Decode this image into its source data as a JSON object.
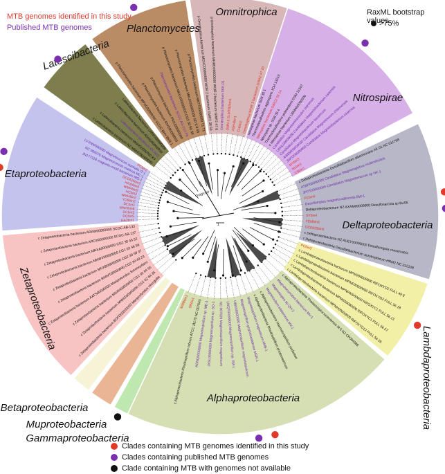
{
  "header": {
    "identified": "MTB genomes identified in this study",
    "published": "Published MTB genomes"
  },
  "bootstrap": {
    "title": "RaxML bootstrap values",
    "threshold": ">75%"
  },
  "colors": {
    "red": "#e03a2a",
    "purple": "#7a2fae",
    "black": "#111111",
    "leaf_red": "#d8322a",
    "leaf_purple": "#6b2aa8",
    "leaf_black": "#111111"
  },
  "clades": [
    {
      "id": "latescibacteria",
      "label": "Latescibacteria",
      "color": "#7d7d4d",
      "start": -54,
      "end": -38,
      "markers": [
        "purple"
      ]
    },
    {
      "id": "planctomycetes",
      "label": "Planctomycetes",
      "color": "#b98c66",
      "start": -36,
      "end": -9,
      "markers": [
        "purple"
      ]
    },
    {
      "id": "omnitrophica",
      "label": "Omnitrophica",
      "color": "#d8b7b9",
      "start": -8,
      "end": 18,
      "markers": [
        "red",
        "purple"
      ]
    },
    {
      "id": "nitrospirae",
      "label": "Nitrospirae",
      "color": "#d8b0e8",
      "start": 18,
      "end": 62,
      "markers": [
        "purple"
      ]
    },
    {
      "id": "deltaproteobacteria",
      "label": "Deltaproteobacteria",
      "color": "#b7b7c7",
      "start": 65,
      "end": 107,
      "markers": [
        "red",
        "purple"
      ]
    },
    {
      "id": "lambdaproteobacteria",
      "label": "Lambdaproteobacteria",
      "color": "#f2f0a6",
      "start": 108,
      "end": 130,
      "markers": [
        "red"
      ]
    },
    {
      "id": "alphaproteobacteria",
      "label": "Alphaproteobacteria",
      "color": "#d6dfb3",
      "start": 131,
      "end": 205,
      "markers": [
        "red",
        "purple"
      ]
    },
    {
      "id": "gammaproteobacteria",
      "label": "Gammaproteobacteria",
      "color": "#bfe8b0",
      "start": 205,
      "end": 209,
      "markers": [
        "black"
      ]
    },
    {
      "id": "muproteobacteria",
      "label": "Muproteobacteria",
      "color": "#eab595",
      "start": 210,
      "end": 216,
      "markers": []
    },
    {
      "id": "betaproteobacteria",
      "label": "Betaproteobacteria",
      "color": "#f6f3d7",
      "start": 217,
      "end": 222,
      "markers": []
    },
    {
      "id": "zetaproteobacteria",
      "label": "Zetaproteobacteria",
      "color": "#f8c3c3",
      "start": 223,
      "end": 265,
      "markers": []
    },
    {
      "id": "etaproteobacteria",
      "label": "Etaproteobacteria",
      "color": "#c4c3ee",
      "start": 266,
      "end": 303,
      "markers": [
        "red",
        "purple"
      ]
    }
  ],
  "leaves": {
    "latescibacteria": [
      {
        "t": "c Latescibacteria bacterium NZ MNHO00000000",
        "c": "black"
      },
      {
        "t": "c Latescibacteria bacterium MNHO0000000 K4",
        "c": "black"
      },
      {
        "t": "Latescibacteria bacterium OCA03",
        "c": "purple"
      },
      {
        "t": "c Latescibacteria bacterium ADHG00000000",
        "c": "black"
      },
      {
        "t": "Latescibacteria bacterium LWWG00000000",
        "c": "black"
      }
    ],
    "planctomycetes": [
      {
        "t": "p Planctomycetes bacterium MPXC00000000 SCGC BHY BH3 1",
        "c": "black"
      },
      {
        "t": "p Planctomycetes bacterium RIYE00000000",
        "c": "black"
      },
      {
        "t": "p Planctomycetes bacterium PKHJ00000000",
        "c": "black"
      },
      {
        "t": "Planctomycetes bacterium SCGC AG-212-F6",
        "c": "purple"
      },
      {
        "t": "p Planctomycetes bacterium MKUX00000000 CG2 30 56 38",
        "c": "black"
      },
      {
        "t": "p Planctomycetes bacterium MKUX00000000 SD 5 8 55",
        "c": "black"
      },
      {
        "t": "p Planctomycetes bacterium MKTT00000000 T1 T1",
        "c": "black"
      }
    ],
    "omnitrophica": [
      {
        "t": "p Omnitrophica bacterium MGVC00000000 WOR 2 bacterium GWF2 38 59",
        "c": "black"
      },
      {
        "t": "p Omnitrophica bacterium MHRD00000000 WOR 2 bacterium GWF2 47 8",
        "c": "black"
      },
      {
        "t": "Omnitrophica bacterium SKK-01",
        "c": "purple"
      },
      {
        "t": "OMN 6 SLMTB2bin1",
        "c": "red"
      },
      {
        "t": "ASH4bin1",
        "c": "red"
      },
      {
        "t": "CHbin2",
        "c": "red"
      },
      {
        "t": "Omnitrophica WOR 3 bacterium GWA2 47 10",
        "c": "red"
      }
    ],
    "nitrospirae": [
      {
        "t": "Nitrospirae bacterium SG8 35 1",
        "c": "black"
      },
      {
        "t": "Thermodesulfovibrio aggregans JCM 13213",
        "c": "black"
      },
      {
        "t": "Nitrospirae bacterium GWC2 56 14",
        "c": "red"
      },
      {
        "t": "Nitrospira sp. SG8 35 4",
        "c": "black"
      },
      {
        "t": "Thermodesulfovibrio yellowstonii DSM 11347",
        "c": "black"
      },
      {
        "t": "c Nitrospirae bacterium LWMA00000000",
        "c": "black"
      },
      {
        "t": "Candidatus Magnetominusculus xianensis",
        "c": "purple"
      },
      {
        "t": "LWNL00000000 Candidatus Magnetobacterium casensis",
        "c": "purple"
      },
      {
        "t": "Candidatus Magnetobacterium bavaricum",
        "c": "purple"
      },
      {
        "t": "AWBM00000000 Candidatus Magnetoovum chiemensis",
        "c": "purple"
      },
      {
        "t": "JMFO00000000 Candidatus Magnetobacterium casensis",
        "c": "purple"
      },
      {
        "t": "MYbin3",
        "c": "red"
      },
      {
        "t": "NLbin1",
        "c": "red"
      },
      {
        "t": "CSbin1",
        "c": "red"
      }
    ],
    "deltaproteobacteria": [
      {
        "t": "c Deltaproteobacteria Desulfatibacillum alkenivorans AK 01 NC 011768",
        "c": "black"
      },
      {
        "t": "ATBP00000000 Candidatus Magnetoglobus multicellularis",
        "c": "purple"
      },
      {
        "t": "JPDT00000000 Candidatus Magnetomorum sp HK-1",
        "c": "purple"
      },
      {
        "t": "PCbin4",
        "c": "red"
      },
      {
        "t": "Desulfamplus magnetovallimortis BW-1",
        "c": "purple"
      },
      {
        "t": "Deltaproteobacterium NZ AXAM00000000 Desulfosarcina sp BuS5",
        "c": "black"
      },
      {
        "t": "SYbin4",
        "c": "red"
      },
      {
        "t": "FEMbin2",
        "c": "red"
      },
      {
        "t": "DC0425bin5",
        "c": "red"
      },
      {
        "t": "c Deltaproteobacteria NZ AUEY00000000 Desulfuregula conservatrix",
        "c": "black"
      },
      {
        "t": "c Deltaproteobacteria Desulfatibacterium autotrophicum HRM2 NC 012108",
        "c": "black"
      }
    ],
    "lambdaproteobacteria": [
      {
        "t": "PCbin3",
        "c": "red"
      },
      {
        "t": "c Lambdaproteobacteria bacterium MPND00000000 RIFOXYD2 FULL 49 8",
        "c": "black"
      },
      {
        "t": "c Lambdaproteobacteria bacterium MPNE00000000 RIFOXYD2 FULL 56 18",
        "c": "black"
      },
      {
        "t": "c Lambdaproteobacteria bacterium MPNF00000000 RIFOXYC1 FULL 56 13",
        "c": "black"
      },
      {
        "t": "c Lambdaproteobacteria bacterium MPNG00000000 RIFOXYC1 FULL 56 27",
        "c": "black"
      },
      {
        "t": "c Lambdaproteobacteria bacterium MPNH00000000 RIFOXYD12 FULL 56 26",
        "c": "black"
      }
    ],
    "alphaproteobacteria": [
      {
        "t": "c Alphaproteobacteria Thalassospira lucentensis M 5 NZ CP004388",
        "c": "black"
      },
      {
        "t": "Magnetococcales bacterium MV-1",
        "c": "purple"
      },
      {
        "t": "Magnetospira sp QH-2",
        "c": "purple"
      },
      {
        "t": "Magnetovibrio blakemorei MV-1",
        "c": "purple"
      },
      {
        "t": "c Alphaproteobacteria Haematospirillum jordaniae",
        "c": "black"
      },
      {
        "t": "c Alphaproteobacteria Rhodospirillum photometricum",
        "c": "black"
      },
      {
        "t": "Magnetospirillum magneticum AMB-1",
        "c": "purple"
      },
      {
        "t": "Magnetospirillum gryphiswaldense MSR-1",
        "c": "purple"
      },
      {
        "t": "UMX00000000 Magnetospirillum magnetotacticum",
        "c": "purple"
      },
      {
        "t": "LWQT00000000 Magnetospirillum sp. XM-1",
        "c": "purple"
      },
      {
        "t": "NC 007626 Magnetospirillum magneticum",
        "c": "purple"
      },
      {
        "t": "JXSL00000000 Magnetospirillum sp. SO-1",
        "c": "purple"
      },
      {
        "t": "AONQ00000000 Magnetospirillum sp. ME-1",
        "c": "purple"
      },
      {
        "t": "c Alphaproteobacteria Rhodospirillum rubrum ATCC 11170 NC 007643",
        "c": "black"
      },
      {
        "t": "SRbin1",
        "c": "red"
      },
      {
        "t": "MMBbin1",
        "c": "red"
      }
    ],
    "zetaproteobacteria": [
      {
        "t": "c Zetaproteobacteria bacterium BOFD00000000 Mariprofundus micogutta",
        "c": "black"
      },
      {
        "t": "c Zetaproteobacteria bacterium MNWZ00000000 CG1 02 64 35",
        "c": "black"
      },
      {
        "t": "c Zetaproteobacteria bacterium MNXH00000000 CG1 02 64 56",
        "c": "black"
      },
      {
        "t": "c Zetaproteobacteria bacterium AATS00000000 Mariprofundus ferrooxydans",
        "c": "black"
      },
      {
        "t": "c Zetaproteobacteria bacterium MNWT00000000 CG2 30 49 23",
        "c": "black"
      },
      {
        "t": "c Zetaproteobacteria bacterium MNXB00000000 CG2 30 59 37",
        "c": "black"
      },
      {
        "t": "c Zetaproteobacteria bacterium MNWV00000000 CG1 02 48 58",
        "c": "black"
      },
      {
        "t": "c Zetaproteobacteria bacterium MNXA00000000 CG2 30 46 52",
        "c": "black"
      },
      {
        "t": "c Zetaproteobacteria bacterium AROX00000000 SCGC AB-137",
        "c": "black"
      },
      {
        "t": "c Zetaproteobacteria bacterium ARAW00000000 SCGC AB-133",
        "c": "black"
      }
    ],
    "etaproteobacteria": [
      {
        "t": "HA3bin1",
        "c": "red"
      },
      {
        "t": "DCbin5",
        "c": "red"
      },
      {
        "t": "DCbin2",
        "c": "red"
      },
      {
        "t": "WMHbin6",
        "c": "red"
      },
      {
        "t": "DCbin1",
        "c": "red"
      },
      {
        "t": "YD6bin2",
        "c": "red"
      },
      {
        "t": "WMHbin2",
        "c": "red"
      },
      {
        "t": "HCbin2",
        "c": "red"
      },
      {
        "t": "WMHbin5",
        "c": "red"
      },
      {
        "t": "HA3dbin3",
        "c": "red"
      },
      {
        "t": "DC0425bin3",
        "c": "red"
      },
      {
        "t": "JN177318 magneto-ovoid bacterium MO-1",
        "c": "purple"
      },
      {
        "t": "NC 008576 Magnetococcus marinus MC-1",
        "c": "purple"
      },
      {
        "t": "LVJN00000000 Magnetococcus australis IT-1",
        "c": "purple"
      },
      {
        "t": "PCbin2",
        "c": "red"
      }
    ]
  },
  "outgroup": "Outgroup",
  "scale": "1",
  "legend": [
    {
      "label": "Clades containing MTB genomes identified in this study",
      "color": "red"
    },
    {
      "label": "Clades containing published MTB genomes",
      "color": "purple"
    },
    {
      "label": "Clade containing MTB with genomes not available",
      "color": "black"
    }
  ]
}
